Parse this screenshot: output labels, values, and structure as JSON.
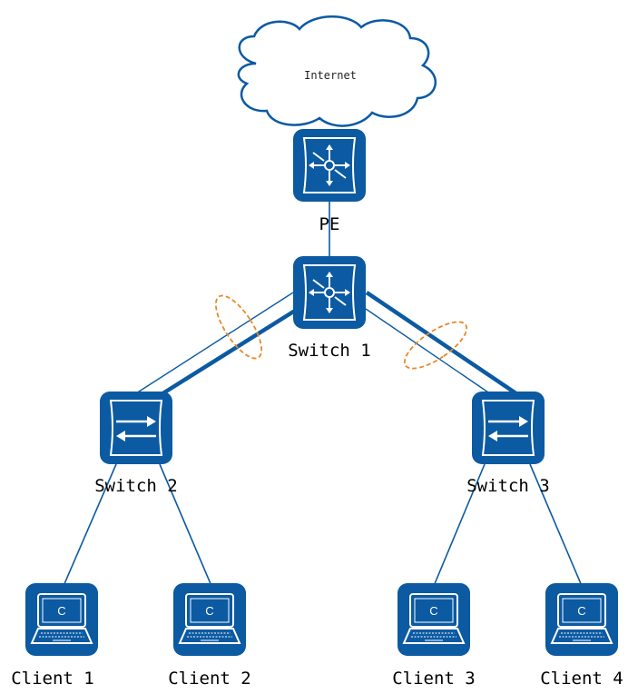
{
  "cloud": {
    "label": "Internet"
  },
  "devices": {
    "pe": {
      "label": "PE",
      "icon": "router-icon"
    },
    "switch1": {
      "label": "Switch 1",
      "icon": "router-icon"
    },
    "switch2": {
      "label": "Switch 2",
      "icon": "switch-icon"
    },
    "switch3": {
      "label": "Switch 3",
      "icon": "switch-icon"
    }
  },
  "clients": [
    {
      "label": "Client 1",
      "screen_letter": "C"
    },
    {
      "label": "Client 2",
      "screen_letter": "C"
    },
    {
      "label": "Client 3",
      "screen_letter": "C"
    },
    {
      "label": "Client 4",
      "screen_letter": "C"
    }
  ],
  "colors": {
    "device": "#0b5aa2",
    "link": "#0b5aa2",
    "aggregation_ring": "#e8882a"
  }
}
